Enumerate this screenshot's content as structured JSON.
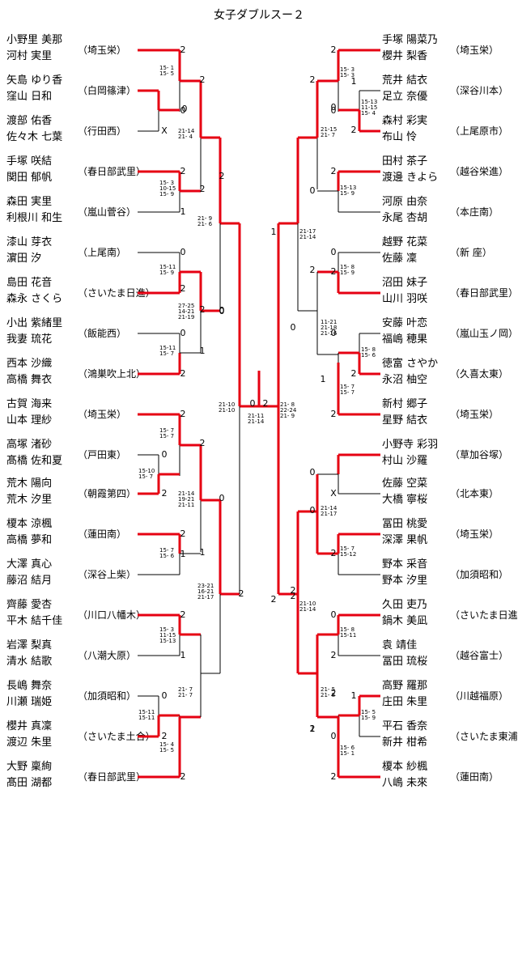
{
  "title": "女子ダブルスー２",
  "left_pairs": [
    {
      "p1": "小野里 美那",
      "p2": "河村 実里",
      "school": "（埼玉栄）"
    },
    {
      "p1": "矢島 ゆり香",
      "p2": "窪山 日和",
      "school": "（白岡篠津）"
    },
    {
      "p1": "渡部 佑香",
      "p2": "佐々木 七葉",
      "school": "（行田西）"
    },
    {
      "p1": "手塚 咲結",
      "p2": "関田 郁帆",
      "school": "（春日部武里）"
    },
    {
      "p1": "森田 実里",
      "p2": "利根川 和生",
      "school": "（嵐山菅谷）"
    },
    {
      "p1": "漆山 芽衣",
      "p2": "濵田 汐",
      "school": "（上尾南）"
    },
    {
      "p1": "島田 花音",
      "p2": "森永 さくら",
      "school": "（さいたま日進）"
    },
    {
      "p1": "小出 紫緒里",
      "p2": "我妻 琉花",
      "school": "（飯能西）"
    },
    {
      "p1": "西本 沙織",
      "p2": "高橋 舞衣",
      "school": "（鴻巣吹上北）"
    },
    {
      "p1": "古賀 海来",
      "p2": "山本 理紗",
      "school": "（埼玉栄）"
    },
    {
      "p1": "高塚 渚砂",
      "p2": "髙橋 佐和夏",
      "school": "（戸田東）"
    },
    {
      "p1": "荒木 陽向",
      "p2": "荒木 汐里",
      "school": "（朝霞第四）"
    },
    {
      "p1": "榎本 涼楓",
      "p2": "高橋 夢和",
      "school": "（蓮田南）"
    },
    {
      "p1": "大澤 真心",
      "p2": "藤沼 結月",
      "school": "（深谷上柴）"
    },
    {
      "p1": "齊藤 愛杏",
      "p2": "平木 結千佳",
      "school": "（川口八幡木）"
    },
    {
      "p1": "岩澤 梨真",
      "p2": "清水 結歌",
      "school": "（八潮大原）"
    },
    {
      "p1": "長嶋 舞奈",
      "p2": "川瀬 瑞姫",
      "school": "（加須昭和）"
    },
    {
      "p1": "櫻井 真凜",
      "p2": "渡辺 朱里",
      "school": "（さいたま土合）"
    },
    {
      "p1": "大野 稟絢",
      "p2": "髙田 湖都",
      "school": "（春日部武里）"
    }
  ],
  "right_pairs": [
    {
      "p1": "手塚 陽菜乃",
      "p2": "櫻井 梨香",
      "school": "（埼玉栄）"
    },
    {
      "p1": "荒井 結衣",
      "p2": "足立 奈優",
      "school": "（深谷川本）"
    },
    {
      "p1": "森村 彩実",
      "p2": "布山 怜",
      "school": "（上尾原市）"
    },
    {
      "p1": "田村 茶子",
      "p2": "渡邊 きよら",
      "school": "（越谷栄進）"
    },
    {
      "p1": "河原 由奈",
      "p2": "永尾 杏胡",
      "school": "（本庄南）"
    },
    {
      "p1": "越野 花菜",
      "p2": "佐藤 凜",
      "school": "（新 座）"
    },
    {
      "p1": "沼田 妹子",
      "p2": "山川 羽咲",
      "school": "（春日部武里）"
    },
    {
      "p1": "安藤 叶恋",
      "p2": "福嶋 穂果",
      "school": "（嵐山玉ノ岡）"
    },
    {
      "p1": "徳富 さやか",
      "p2": "永沼 柚空",
      "school": "（久喜太東）"
    },
    {
      "p1": "新村 郷子",
      "p2": "星野 結衣",
      "school": "（埼玉栄）"
    },
    {
      "p1": "小野寺 彩羽",
      "p2": "村山 沙羅",
      "school": "（草加谷塚）"
    },
    {
      "p1": "佐藤 空菜",
      "p2": "大橋 寧桜",
      "school": "（北本東）"
    },
    {
      "p1": "冨田 桃愛",
      "p2": "深澤 果帆",
      "school": "（埼玉栄）"
    },
    {
      "p1": "野本 采音",
      "p2": "野本 汐里",
      "school": "（加須昭和）"
    },
    {
      "p1": "久田 吏乃",
      "p2": "鍋木 美凪",
      "school": "（さいたま日進）"
    },
    {
      "p1": "袁 靖佳",
      "p2": "冨田 琉桜",
      "school": "（越谷富士）"
    },
    {
      "p1": "高野 羅那",
      "p2": "庄田 朱里",
      "school": "（川越福原）"
    },
    {
      "p1": "平石 香奈",
      "p2": "新井 柑希",
      "school": "（さいたま東浦和）"
    },
    {
      "p1": "榎本 紗楓",
      "p2": "八嶋 未來",
      "school": "（蓮田南）"
    }
  ],
  "scores": {
    "l01": "15- 1\n15- 5",
    "l03": "15- 3\n10-15\n15- 9",
    "l06": "15-11\n15- 9",
    "l08": "15-11\n15- 7",
    "l10": "15- 7\n15- 7",
    "l11": "15-10\n15- 7",
    "l13": "15- 7\n15- 6",
    "l14": "15- 3\n11-15\n15-13",
    "l17": "15-11\n15-11",
    "l18": "15- 4\n15- 5",
    "l_r2a": "21-14\n21- 4",
    "l_r2b": "27-25\n14-21\n21-19",
    "l_r2c": "21-14\n19-21\n21-11",
    "l_r2d": "21- 7\n21- 7",
    "l_r3a": "21- 9\n21- 6",
    "l_r3b": "23-21\n16-21\n21-17",
    "l_sf": "21-10\n21-10",
    "r01": "15- 3\n15- 3",
    "r02": "15-13\n11-15\n15- 4",
    "r04": "15-13\n15- 9",
    "r06": "15- 8\n15- 9",
    "r08": "15- 8\n15- 6",
    "r09": "15- 7\n15- 7",
    "r13": "15- 7\n15-12",
    "r15": "15- 8\n15-11",
    "r17": "15- 5\n15- 9",
    "r18": "15- 6\n15- 1",
    "r_r2a": "21-15\n21- 7",
    "r_r2b": "11-21\n21-18\n21-16",
    "r_r2c": "21-14\n21-17",
    "r_r2d": "21- 5\n21- 8",
    "r_r3a": "21-17\n21-14",
    "r_r3b": "21-10\n21-14",
    "r_sf": "21- 8\n22-24\n21- 9",
    "final": "21-11\n21-14"
  },
  "results": {
    "left": [
      "2",
      "0",
      "X",
      "2",
      "1",
      "0",
      "2",
      "0",
      "2",
      "2",
      "0",
      "2",
      "2",
      "1",
      "2",
      "1",
      "0",
      "2",
      "2",
      "2",
      "0",
      "2",
      "0",
      "2",
      "1",
      "2",
      "0",
      "2",
      "1",
      "0",
      "2",
      "0"
    ],
    "right": [
      "2",
      "0",
      "1",
      "2",
      "2",
      "0",
      "0",
      "2",
      "0",
      "2",
      "1",
      "2",
      "0",
      "X",
      "2",
      "0",
      "2",
      "0",
      "2",
      "2",
      "0",
      "2",
      "0",
      "2",
      "1",
      "0",
      "2",
      "2",
      "1",
      "1",
      "2",
      "2"
    ],
    "final_left": "0",
    "final_right": "2"
  },
  "colors": {
    "win": "#e60012",
    "line": "#000000"
  }
}
